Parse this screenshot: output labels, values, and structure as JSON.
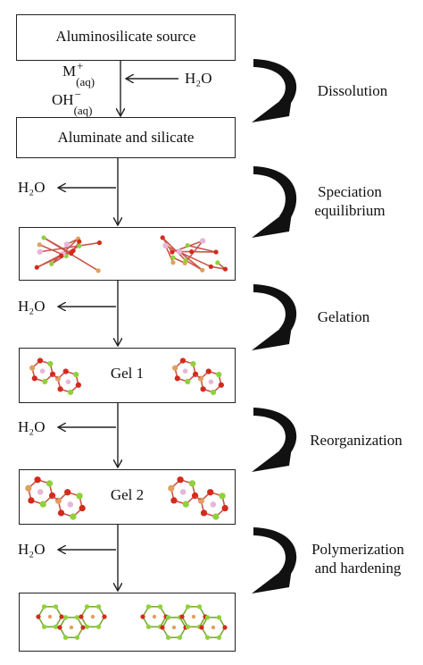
{
  "boxes": {
    "source": "Aluminosilicate source",
    "aluminate": "Aluminate and silicate",
    "gel1": "Gel 1",
    "gel2": "Gel 2"
  },
  "inputs": {
    "cation_base": "M",
    "cation_sup": "+",
    "cation_sub": "(aq)",
    "hydroxide_base": "OH",
    "hydroxide_sup": "−",
    "hydroxide_sub": "(aq)",
    "water_in": "H₂O"
  },
  "water_out": [
    "H₂O",
    "H₂O",
    "H₂O",
    "H₂O"
  ],
  "stages": [
    {
      "line1": "Dissolution",
      "line2": ""
    },
    {
      "line1": "Speciation",
      "line2": "equilibrium"
    },
    {
      "line1": "Gelation",
      "line2": ""
    },
    {
      "line1": "Reorganization",
      "line2": ""
    },
    {
      "line1": "Polymerization",
      "line2": "and hardening"
    }
  ],
  "colors": {
    "oxygen": "#d42a1c",
    "silicon": "#8fd13b",
    "aluminum": "#e0a060",
    "cation": "#e6b7d8",
    "stroke": "#222222",
    "curved_arrow": "#111111"
  }
}
